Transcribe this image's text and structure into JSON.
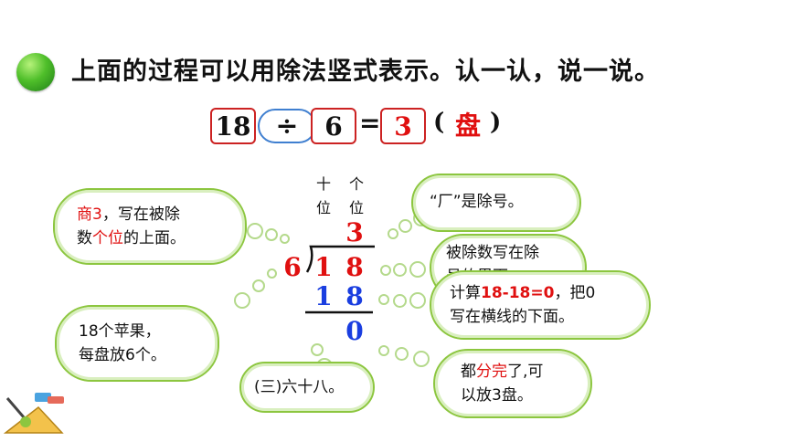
{
  "title": "上面的过程可以用除法竖式表示。认一认，说一说。",
  "equation": {
    "dividend": "18",
    "operator": "÷",
    "divisor": "6",
    "equals": "=",
    "result": "3",
    "unit_open": "(",
    "unit": "盘",
    "unit_close": ")"
  },
  "place_headers": {
    "tens": "十",
    "tens2": "位",
    "ones": "个",
    "ones2": "位"
  },
  "long_division": {
    "quotient": "3",
    "divisor": "6",
    "dividend_tens": "1",
    "dividend_ones": "8",
    "product_tens": "1",
    "product_ones": "8",
    "remainder": "0"
  },
  "clouds": {
    "quotient_note": {
      "p1_red": "商3",
      "p1": "，写在被除",
      "p2a": "数",
      "p2_red": "个位",
      "p2b": "的上面。"
    },
    "apples_note": {
      "line1": "18个苹果，",
      "line2": "每盘放6个。"
    },
    "chant_note": {
      "line1": "(三)六十八。"
    },
    "sign_note": {
      "line1": "“厂”是除号。"
    },
    "dividend_note": {
      "line1": "被除数写在除",
      "line2": "号的里面。"
    },
    "calc_note": {
      "a": "计算",
      "red": "18-18=0",
      "b": "，把0",
      "line2": "写在横线的下面。"
    },
    "done_note": {
      "a": "都",
      "red": "分完",
      "b": "了,可",
      "line2": "以放3盘。"
    }
  },
  "colors": {
    "accent_red": "#e01010",
    "digit_blue": "#1a3ee0",
    "cloud_green": "#8cc63f"
  }
}
